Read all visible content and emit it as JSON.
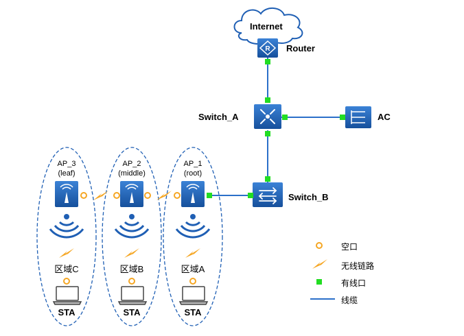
{
  "nodes": {
    "internet": "Internet",
    "router": "Router",
    "switch_a": "Switch_A",
    "ac": "AC",
    "switch_b": "Switch_B"
  },
  "aps": [
    {
      "name": "AP_3",
      "role": "(leaf)",
      "zone": "区域C",
      "sta": "STA"
    },
    {
      "name": "AP_2",
      "role": "(middle)",
      "zone": "区域B",
      "sta": "STA"
    },
    {
      "name": "AP_1",
      "role": "(root)",
      "zone": "区域A",
      "sta": "STA"
    }
  ],
  "legend": {
    "air_interface": "空口",
    "wireless_link": "无线链路",
    "wired_port": "有线口",
    "cable": "线缆"
  },
  "colors": {
    "device": "#1f5fb4",
    "link": "#2a6fc9",
    "port": "#22dd22",
    "air": "#f5a623",
    "lightning": "#f5a623"
  }
}
